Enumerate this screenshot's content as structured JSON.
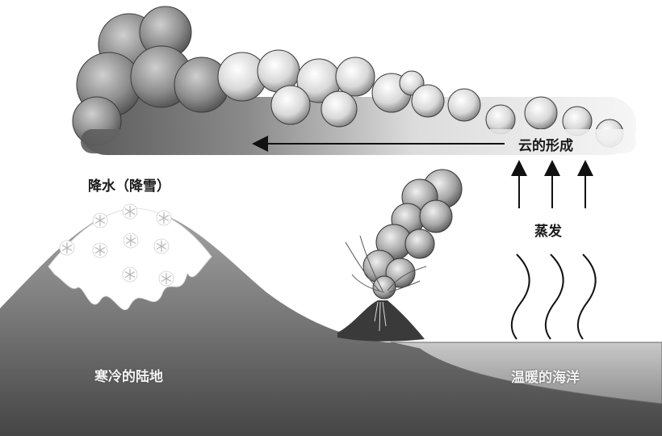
{
  "labels": {
    "cloud_formation": "云的形成",
    "precipitation": "降水（降雪）",
    "evaporation": "蒸发",
    "cold_land": "寒冷的陆地",
    "warm_ocean": "温暖的海洋"
  },
  "colors": {
    "cloud_dark": "#6e6e6e",
    "cloud_light": "#f2f2f2",
    "land": "#8c8c8c",
    "land_deep": "#4a4a4a",
    "ocean": "#d0d0d0",
    "ocean_deep": "#9a9a9a",
    "snow": "#ffffff",
    "volcano": "#3a3a3a",
    "smoke": "#9c9c9c",
    "arrow": "#111111"
  },
  "icons": [
    "snowflake-icon",
    "arrow-up-icon",
    "arrow-left-icon",
    "wavy-line-icon"
  ]
}
